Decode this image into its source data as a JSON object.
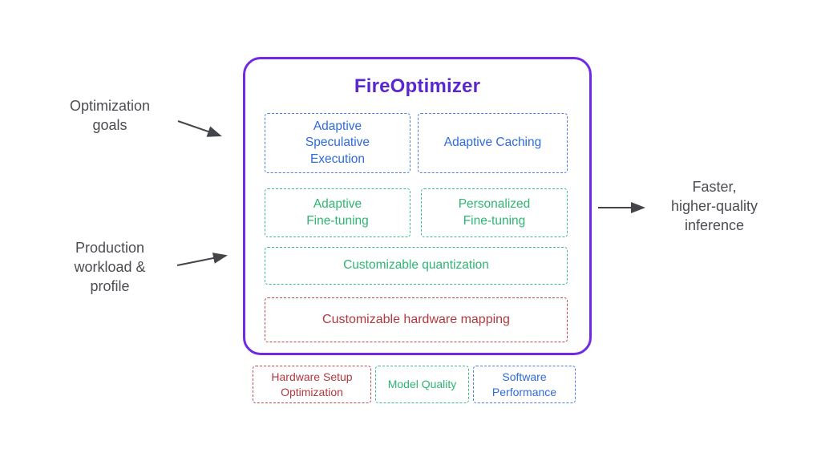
{
  "diagram": {
    "title": "FireOptimizer",
    "inputs": {
      "goals": "Optimization\ngoals",
      "workload": "Production\nworkload &\nprofile"
    },
    "output": "Faster,\nhigher-quality\ninference",
    "modules": [
      {
        "label": "Adaptive\nSpeculative\nExecution",
        "category": "software-performance"
      },
      {
        "label": "Adaptive Caching",
        "category": "software-performance"
      },
      {
        "label": "Adaptive\nFine-tuning",
        "category": "model-quality"
      },
      {
        "label": "Personalized\nFine-tuning",
        "category": "model-quality"
      },
      {
        "label": "Customizable quantization",
        "category": "model-quality"
      },
      {
        "label": "Customizable hardware mapping",
        "category": "hardware-setup-optimization"
      }
    ],
    "legend": [
      {
        "label": "Hardware Setup\nOptimization",
        "color": "#b2383f"
      },
      {
        "label": "Model Quality",
        "color": "#2eb573"
      },
      {
        "label": "Software\nPerformance",
        "color": "#2e6bdb"
      }
    ],
    "colors": {
      "container_border": "#7129e6",
      "title_text": "#5a27cf",
      "blue": "#2e6bdb",
      "green": "#2eb573",
      "red": "#b2383f",
      "label_gray": "#4b4d52",
      "arrow_gray": "#43454a"
    }
  }
}
